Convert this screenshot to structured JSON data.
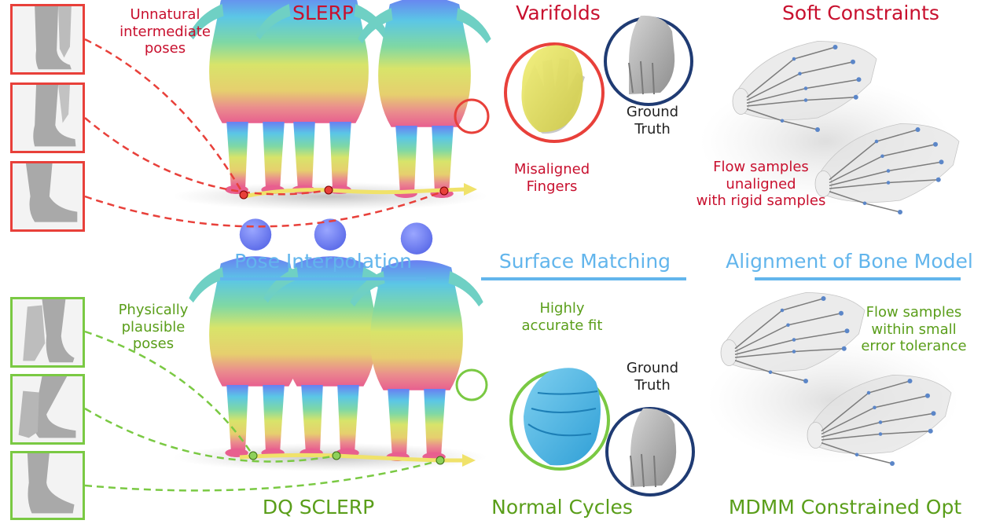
{
  "headings": {
    "slerp": "SLERP",
    "varifolds": "Varifolds",
    "soft_constraints": "Soft Constraints",
    "dq_sclerp": "DQ SCLERP",
    "normal_cycles": "Normal Cycles",
    "mdmm": "MDMM Constrained Opt"
  },
  "sections": {
    "pose_interpolation": "Pose Interpolation",
    "surface_matching": "Surface Matching",
    "alignment": "Alignment of Bone Model"
  },
  "annotations": {
    "unnatural_1": "Unnatural",
    "unnatural_2": "intermediate",
    "unnatural_3": "poses",
    "misaligned_1": "Misaligned",
    "misaligned_2": "Fingers",
    "gt_top_1": "Ground",
    "gt_top_2": "Truth",
    "flow_unaligned_1": "Flow samples",
    "flow_unaligned_2": "unaligned",
    "flow_unaligned_3": "with rigid samples",
    "physically_1": "Physically",
    "physically_2": "plausible",
    "physically_3": "poses",
    "highly_1": "Highly",
    "highly_2": "accurate fit",
    "gt_bot_1": "Ground",
    "gt_bot_2": "Truth",
    "flow_within_1": "Flow samples",
    "flow_within_2": "within small",
    "flow_within_3": "error tolerance"
  },
  "colors": {
    "red": "#c8102e",
    "green": "#5a9e1a",
    "light_blue": "#62b5ec",
    "navy": "#1f3b73",
    "frame_red": "#e8403a",
    "frame_green": "#7ac943"
  }
}
